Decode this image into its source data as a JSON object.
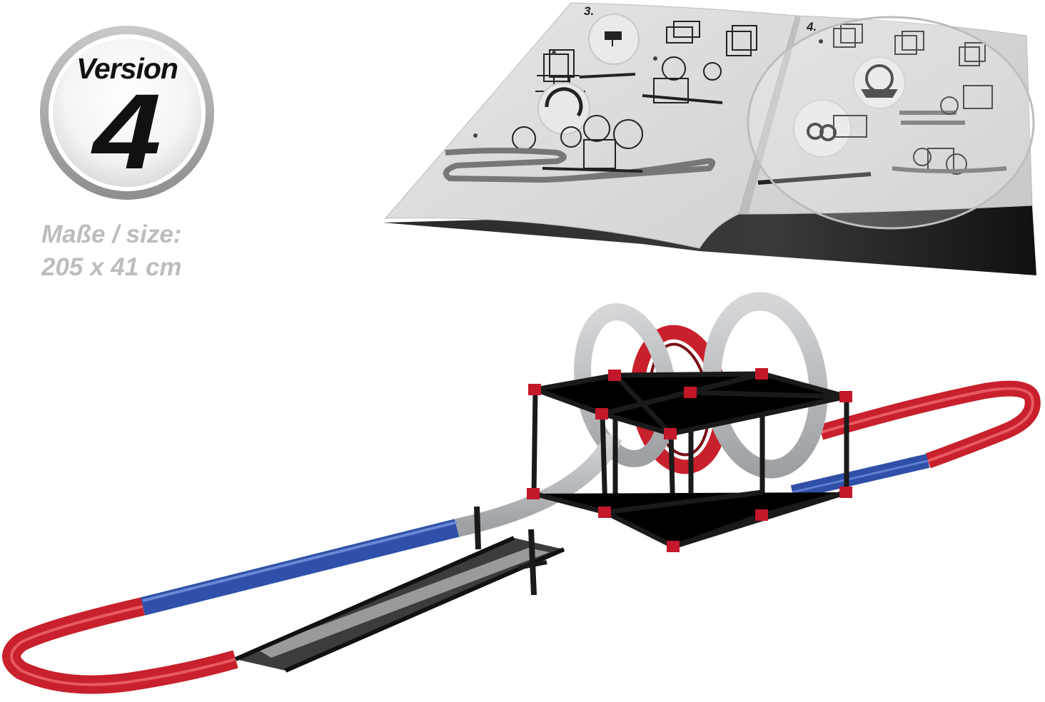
{
  "badge": {
    "word": "Version",
    "number": "4"
  },
  "size": {
    "line1": "Maße / size:",
    "line2": "205 x 41 cm"
  },
  "booklet": {
    "left_page_number": "3.",
    "right_page_number": "4."
  },
  "colors": {
    "track_red": "#c8202c",
    "track_blue": "#2f4fa8",
    "track_grey": "#b8babd",
    "track_black": "#1a1a1a",
    "frame_red": "#c2182a"
  }
}
